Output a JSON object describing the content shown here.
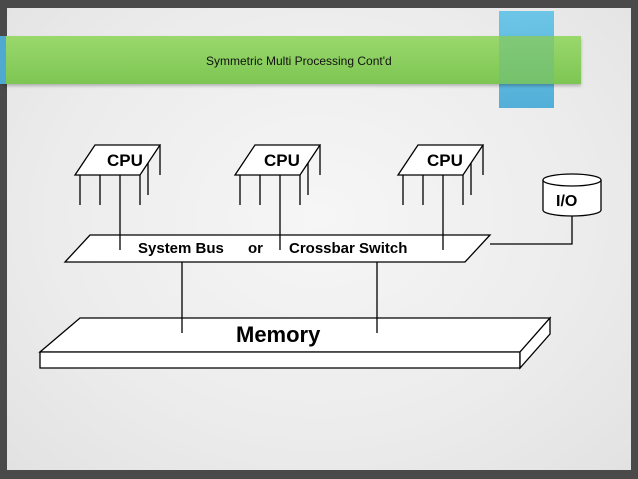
{
  "slide": {
    "title": "Symmetric Multi Processing Cont'd"
  },
  "diagram": {
    "cpus": [
      {
        "label": "CPU"
      },
      {
        "label": "CPU"
      },
      {
        "label": "CPU"
      }
    ],
    "bus_label_left": "System Bus",
    "bus_label_or": "or",
    "bus_label_right": "Crossbar Switch",
    "memory_label": "Memory",
    "io_label": "I/O"
  },
  "colors": {
    "title_bar": "#8ccf5f",
    "accent_blue": "#4fb5e0",
    "line": "#000000"
  }
}
